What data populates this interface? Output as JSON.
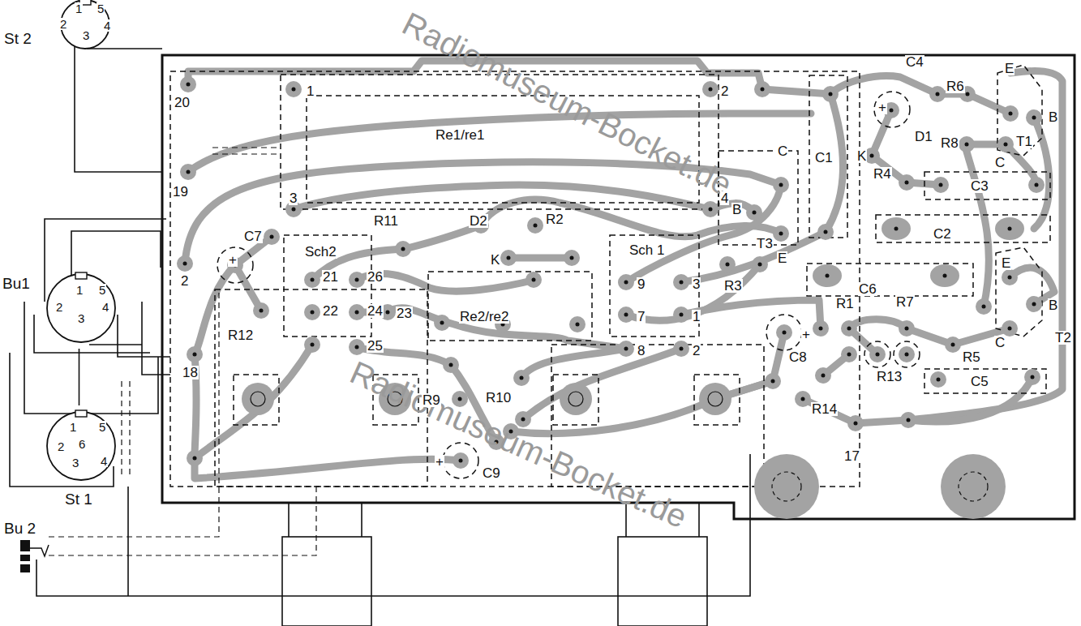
{
  "diagram": {
    "nodes": [
      {
        "text": [
          "St 2"
        ]
      },
      {
        "text": [
          "Bu1"
        ]
      },
      {
        "text": [
          "St 1"
        ]
      },
      {
        "text": [
          "Bu 2"
        ]
      }
    ],
    "edges": [
      {
        "from": 1,
        "to": 2,
        "arrow": "none"
      }
    ],
    "labels": [
      "20",
      "19",
      "2",
      "18",
      "1",
      "3",
      "2",
      "4",
      "Re1/re1",
      "C7",
      "+",
      "Sch2",
      "21",
      "26",
      "22",
      "24",
      "23",
      "25",
      "R11",
      "D2",
      "K",
      "R2",
      "Re2/re2",
      "Sch 1",
      "9",
      "3",
      "7",
      "1",
      "8",
      "2",
      "R12",
      "R9",
      "R10",
      "C9",
      "+",
      "C",
      "B",
      "T3",
      "E",
      "R3",
      "C1",
      "C4",
      "+",
      "R6",
      "E",
      "B",
      "T1",
      "C",
      "D1",
      "R8",
      "K",
      "R4",
      "C3",
      "C2",
      "C6",
      "E",
      "B",
      "T2",
      "C",
      "R1",
      "R7",
      "+",
      "C8",
      "R13",
      "R5",
      "C5",
      "R14",
      "17",
      "Radiomuseum-Bocket.de",
      "Radiomuseum-Bocket.de",
      "1",
      "5",
      "2",
      "3",
      "4",
      "1",
      "5",
      "2",
      "3",
      "4",
      "1",
      "5",
      "2",
      "6",
      "3",
      "4"
    ]
  }
}
